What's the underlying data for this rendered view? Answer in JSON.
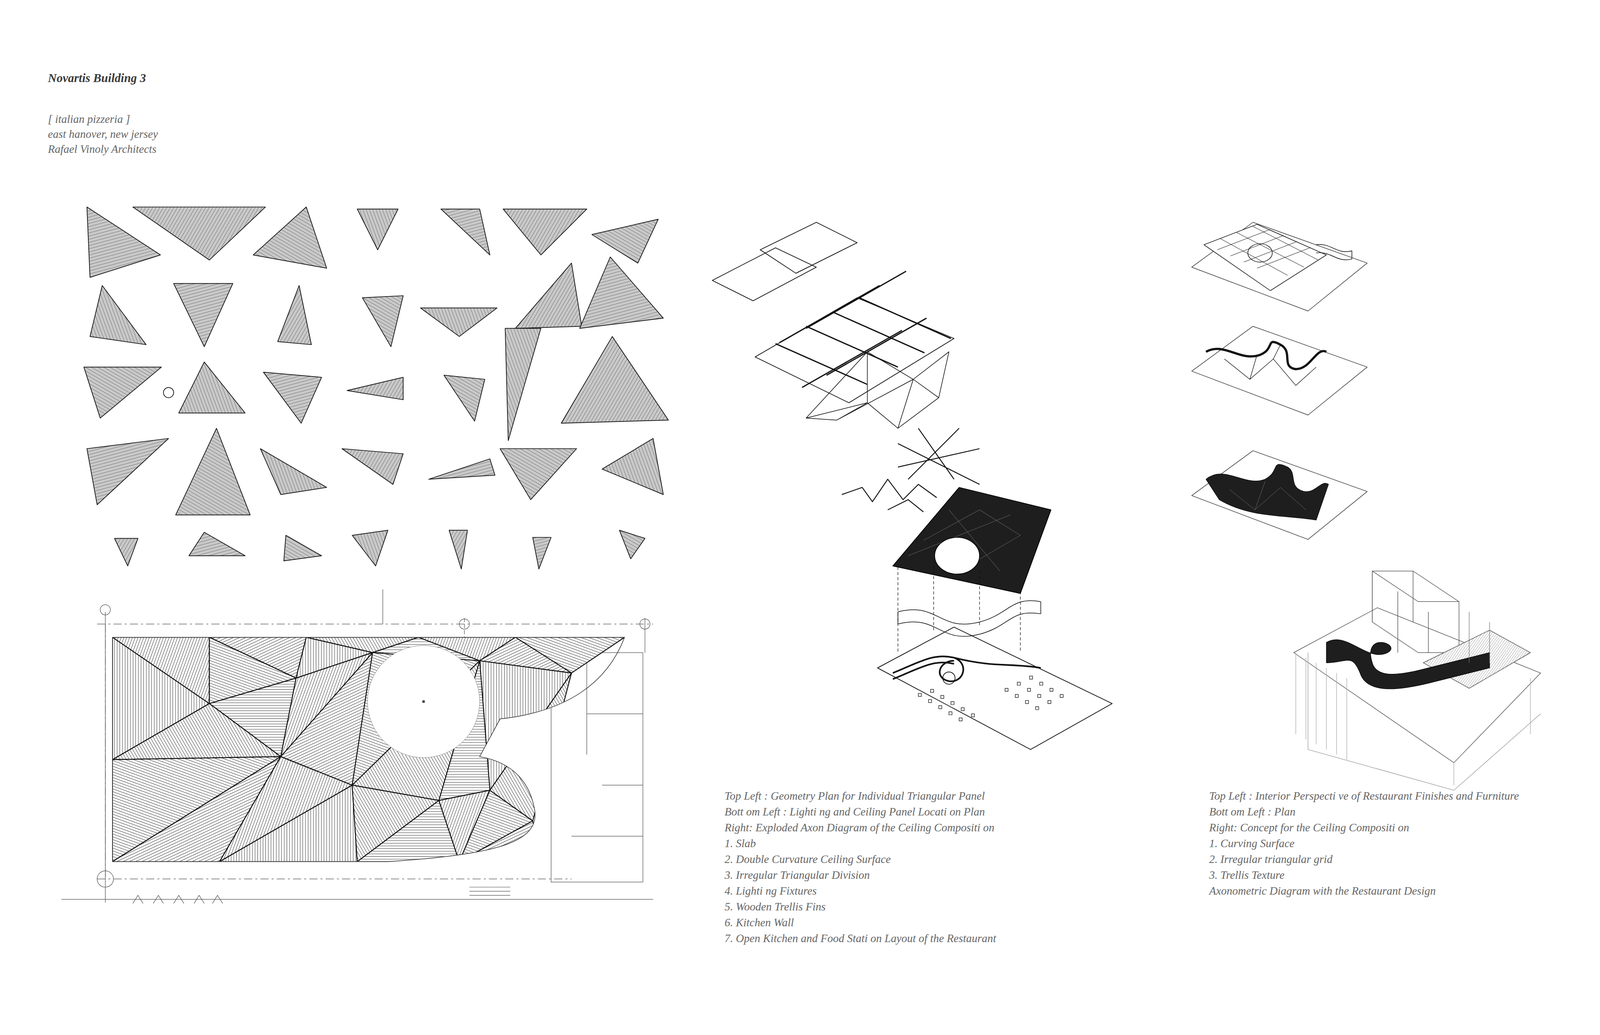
{
  "diagram": {
    "title": "Novartis Building 3",
    "labels": [
      "[ italian pizzeria ]",
      "east hanover, new jersey",
      "Rafael Vinoly Architects",
      "Top Left : Geometry Plan for Individual Triangular Panel",
      "Bott om Left : Lighti ng and Ceiling Panel Locati on Plan",
      "Right: Exploded Axon Diagram of the Ceiling Compositi on",
      "1. Slab",
      "2. Double Curvature Ceiling Surface",
      "3. Irregular Triangular Division",
      "4. Lighti ng Fixtures",
      "5. Wooden Trellis Fins",
      "6. Kitchen Wall",
      "7. Open Kitchen and Food Stati on Layout of the Restaurant",
      "Top Left : Interior Perspecti ve of Restaurant Finishes and Furniture",
      "Bott om Left : Plan",
      "Right: Concept for the Ceiling Compositi on",
      "1. Curving Surface",
      "2. Irregular triangular grid",
      "3. Trellis Texture",
      "Axonometric Diagram with the Restaurant Design"
    ]
  }
}
